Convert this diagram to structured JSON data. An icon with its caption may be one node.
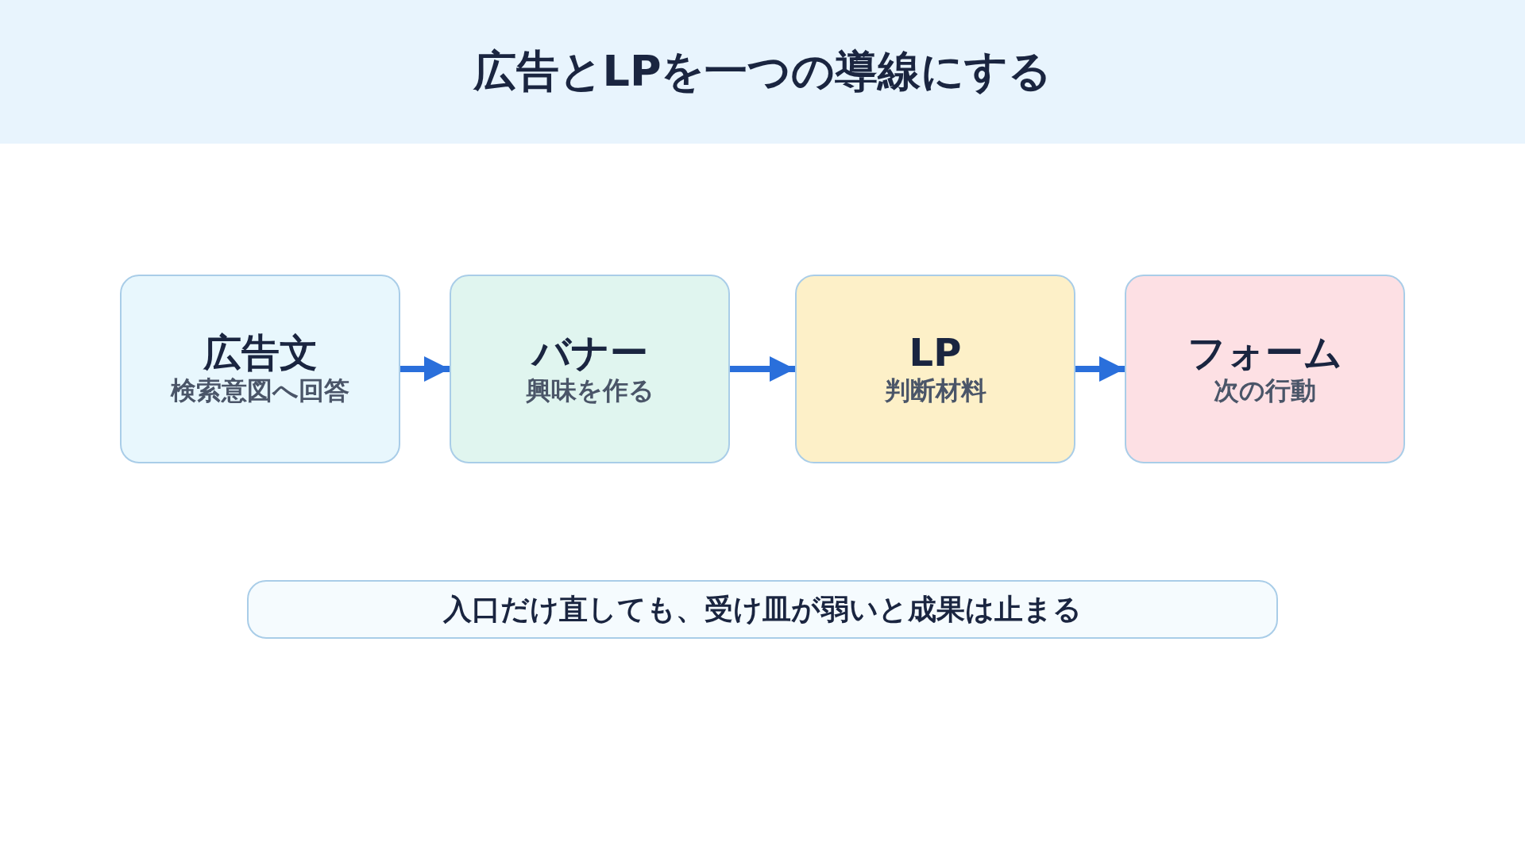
{
  "diagram": {
    "title": "広告とLPを一つの導線にする",
    "nodes": [
      {
        "text": [
          "広告文",
          "検索意図へ回答"
        ]
      },
      {
        "text": [
          "バナー",
          "興味を作る"
        ]
      },
      {
        "text": [
          "LP",
          "判断材料"
        ]
      },
      {
        "text": [
          "フォーム",
          "次の行動"
        ]
      },
      {
        "text": [
          "入口だけ直しても、受け皿が弱いと成果は止まる"
        ]
      }
    ],
    "edges": [
      {
        "from": 0,
        "to": 1,
        "arrow": "to"
      },
      {
        "from": 1,
        "to": 2,
        "arrow": "to"
      },
      {
        "from": 2,
        "to": 3,
        "arrow": "to"
      }
    ]
  }
}
